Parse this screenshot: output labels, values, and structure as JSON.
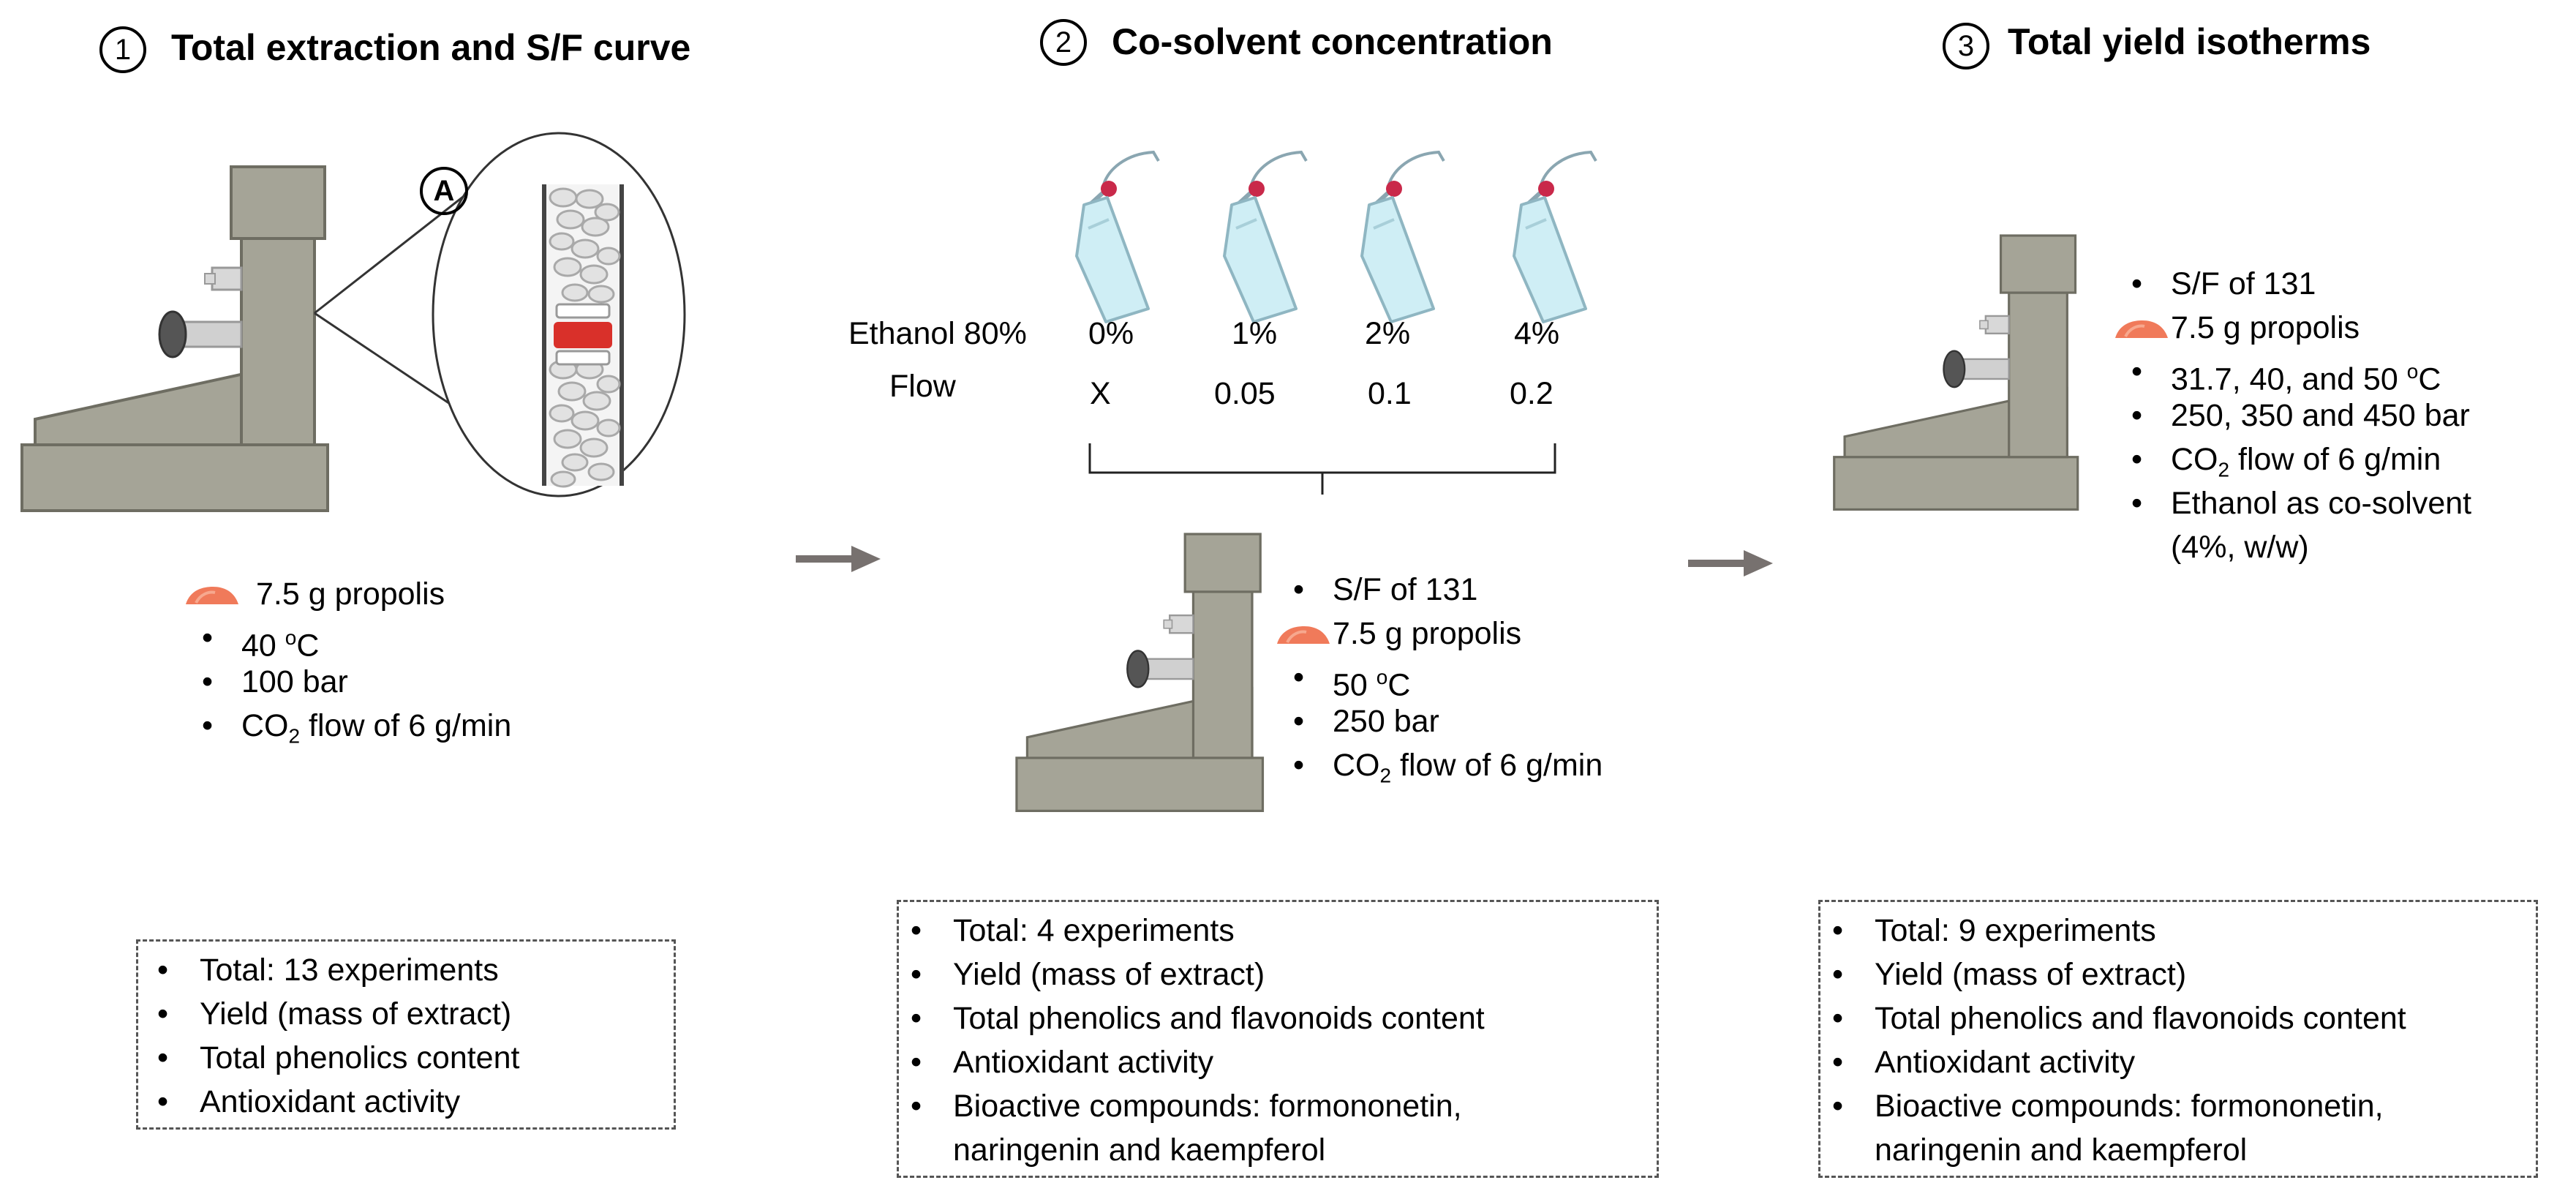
{
  "steps": [
    {
      "num": "1",
      "title": "Total extraction and S/F curve"
    },
    {
      "num": "2",
      "title": "Co-solvent concentration"
    },
    {
      "num": "3",
      "title": "Total yield isotherms"
    }
  ],
  "zoom_label": "A",
  "step1": {
    "propolis": "7.5 g propolis",
    "temp_val": "40 ",
    "temp_unit": "C",
    "pressure": "100 bar",
    "co2_pre": "CO",
    "co2_sub": "2",
    "co2_post": " flow of 6 g/min"
  },
  "cosolvent": {
    "row1_label": "Ethanol 80%",
    "row2_label": "Flow",
    "concentrations": [
      "0%",
      "1%",
      "2%",
      "4%"
    ],
    "flows": [
      "X",
      "0.05",
      "0.1",
      "0.2"
    ]
  },
  "step2": {
    "sf": "S/F of 131",
    "propolis": "7.5 g propolis",
    "temp_val": "50 ",
    "temp_unit": "C",
    "pressure": "250 bar",
    "co2_pre": "CO",
    "co2_sub": "2",
    "co2_post": " flow of 6 g/min"
  },
  "step3": {
    "sf": "S/F of 131",
    "propolis": "7.5 g propolis",
    "temp_val": "31.7, 40, and 50 ",
    "temp_unit": "C",
    "pressure": "250, 350 and 450 bar",
    "co2_pre": "CO",
    "co2_sub": "2",
    "co2_post": " flow of 6 g/min",
    "ethanol_line1": "Ethanol as co-solvent",
    "ethanol_line2": "(4%, w/w)"
  },
  "summary1": [
    "Total: 13 experiments",
    "Yield (mass of extract)",
    "Total phenolics content",
    "Antioxidant activity"
  ],
  "summary2": [
    "Total: 4 experiments",
    "Yield (mass of extract)",
    "Total phenolics and flavonoids content",
    "Antioxidant activity",
    "Bioactive compounds: formononetin,",
    "naringenin and kaempferol"
  ],
  "summary3": [
    "Total: 9 experiments",
    "Yield (mass of extract)",
    "Total phenolics and flavonoids content",
    "Antioxidant activity",
    "Bioactive compounds: formononetin,",
    "naringenin and kaempferol"
  ],
  "bullet": "•",
  "colors": {
    "equipment": "#a5a497",
    "equipment_stroke": "#6e6d62",
    "propolis": "#f07a5a",
    "arrow": "#77716f",
    "bottle": "#cfeef5",
    "cap": "#c9294a",
    "red_band": "#d9302a"
  }
}
